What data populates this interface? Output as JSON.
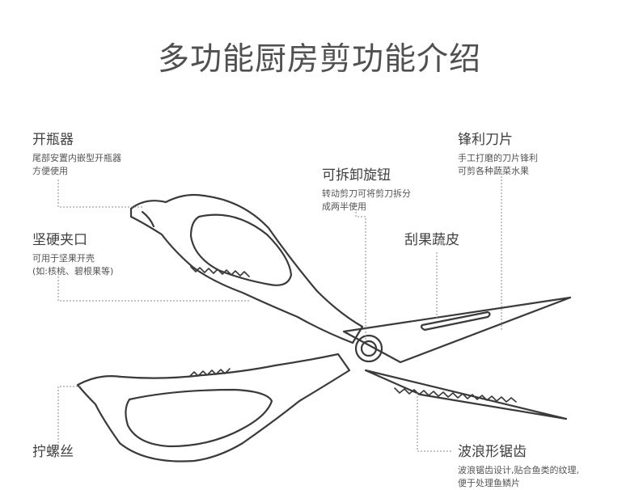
{
  "title": "多功能厨房剪功能介绍",
  "features": {
    "bottle_opener": {
      "title": "开瓶器",
      "lines": [
        "尾部安置内嵌型开瓶器",
        "方便使用"
      ]
    },
    "nut_clamp": {
      "title": "坚硬夹口",
      "lines": [
        "可用于坚果开壳",
        "(如:核桃、碧根果等)"
      ]
    },
    "screw": {
      "title": "拧螺丝",
      "lines": []
    },
    "knob": {
      "title": "可拆卸旋钮",
      "lines": [
        "转动剪刀可将剪刀拆分",
        "成两半使用"
      ]
    },
    "peeler": {
      "title": "刮果蔬皮",
      "lines": []
    },
    "sharp_blade": {
      "title": "锋利刀片",
      "lines": [
        "手工打磨的刀片锋利",
        "可剪各种蔬菜水果"
      ]
    },
    "serrated": {
      "title": "波浪形锯齿",
      "lines": [
        "波浪锯齿设计,贴合鱼类的纹理,",
        "便于处理鱼鳞片"
      ]
    }
  },
  "colors": {
    "line": "#333333",
    "guide": "#888888",
    "text": "#4a4a4a"
  }
}
